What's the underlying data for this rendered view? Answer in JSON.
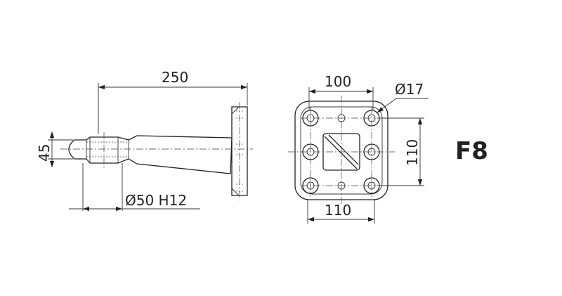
{
  "side_view": {
    "dim_length": "250",
    "dim_height": "45",
    "dim_bore": "Ø50 H12"
  },
  "front_view": {
    "dim_top": "100",
    "dim_hole": "Ø17",
    "dim_right": "110",
    "dim_bottom": "110"
  },
  "model_code": "F8",
  "colors": {
    "line": "#222222",
    "background": "#ffffff"
  }
}
